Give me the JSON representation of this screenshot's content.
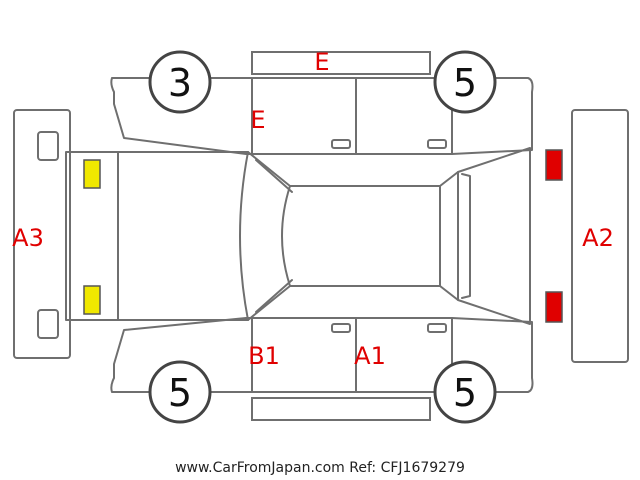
{
  "colors": {
    "code": "#e00000",
    "grade_text": "#111111",
    "outline": "#6f6f6f",
    "light_front": "#f0e800",
    "light_rear": "#e00000"
  },
  "grades": {
    "front_left": "3",
    "front_right": "5",
    "rear_left": "5",
    "rear_right": "5"
  },
  "codes": {
    "top_panel": "E",
    "left_door_top": "E",
    "left_bumper": "A3",
    "right_bumper": "A2",
    "bottom_left": "B1",
    "bottom_right": "A1"
  },
  "footer": "www.CarFromJapan.com Ref: CFJ1679279"
}
